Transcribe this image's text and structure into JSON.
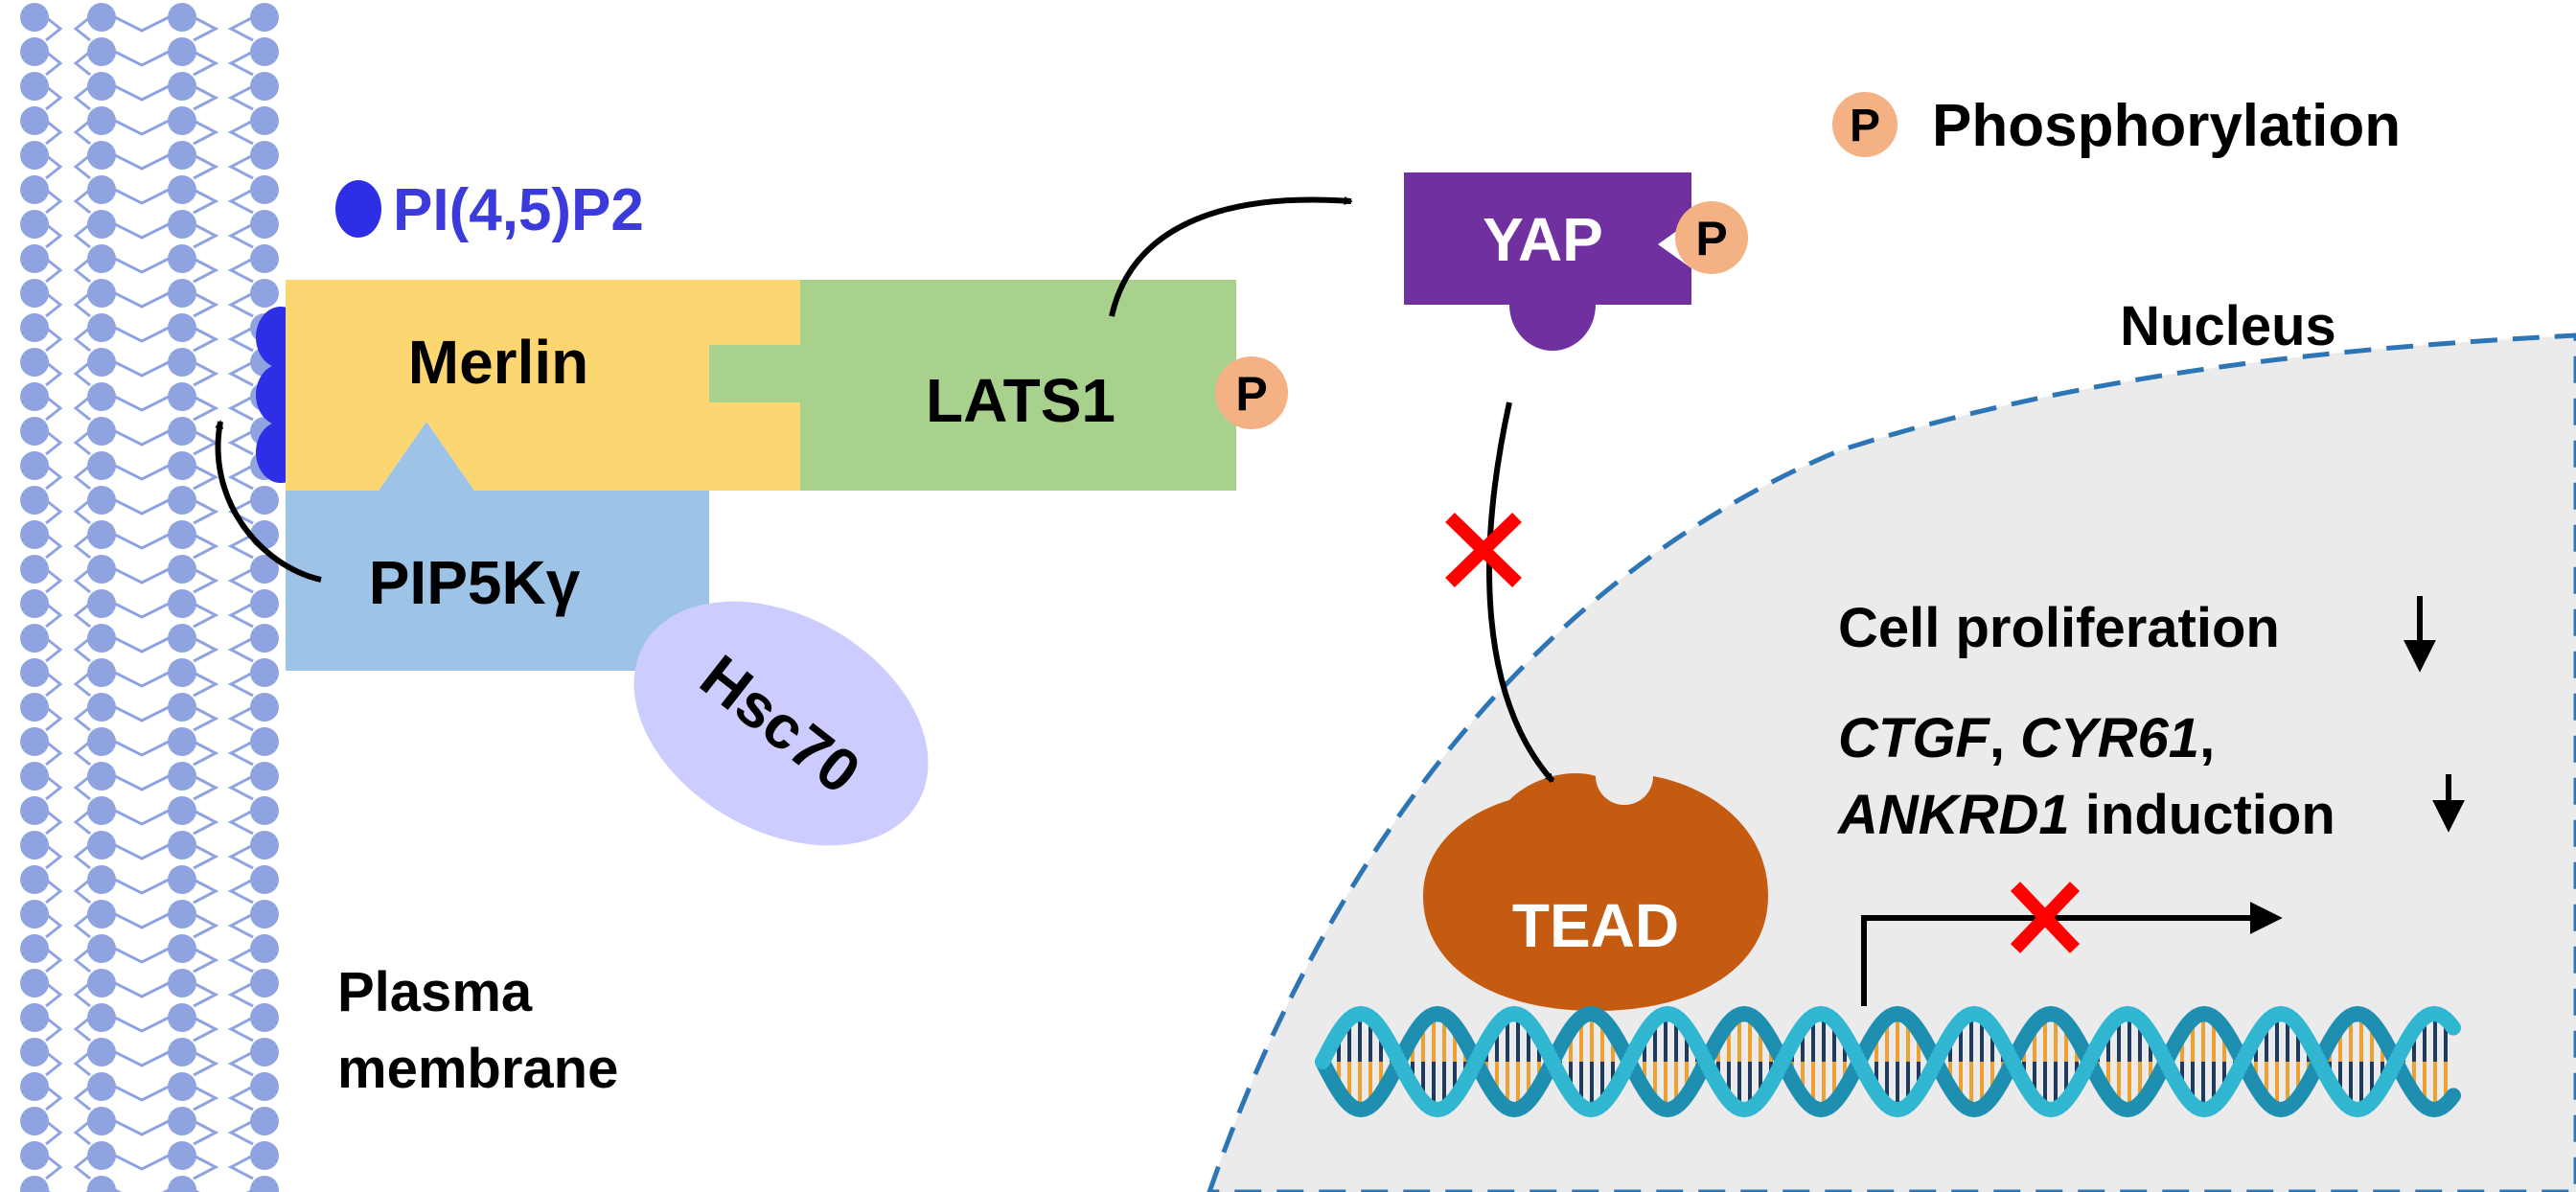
{
  "legend": {
    "pip2_label": "PI(4,5)P2",
    "phospho_symbol": "P",
    "phospho_label": "Phosphorylation"
  },
  "proteins": {
    "merlin": "Merlin",
    "lats1": "LATS1",
    "pip5k": "PIP5Kγ",
    "hsc70": "Hsc70",
    "yap": "YAP",
    "tead": "TEAD",
    "p_symbol": "P"
  },
  "compartments": {
    "nucleus": "Nucleus",
    "membrane_line1": "Plasma",
    "membrane_line2": "membrane"
  },
  "outcomes": {
    "proliferation": "Cell proliferation",
    "genes_line1_a": "CTGF",
    "genes_line1_sep1": ", ",
    "genes_line1_b": "CYR61",
    "genes_line1_sep2": ",",
    "genes_line2_a": "ANKRD1",
    "genes_line2_b": " induction"
  },
  "colors": {
    "membrane": "#8fa3e0",
    "pip2": "#2e2ee6",
    "pip2_text": "#3b3bdc",
    "merlin": "#fcd670",
    "lats1": "#a9d18e",
    "pip5k": "#9dc3e6",
    "hsc70": "#ccccff",
    "yap": "#7030a0",
    "tead": "#c55a11",
    "phospho": "#f4b183",
    "nucleus_fill": "#ebebeb",
    "nucleus_border": "#2e75b6",
    "block_x": "#ff0000",
    "dna_strand": "#31b6d1",
    "dna_rung": "#f0a030"
  }
}
